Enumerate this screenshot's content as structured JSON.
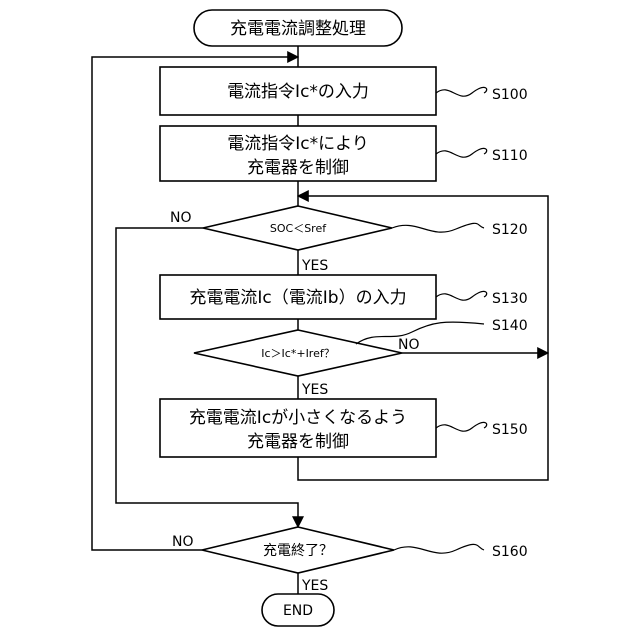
{
  "start": "充電電流調整処理",
  "end": "END",
  "steps": {
    "s100": "電流指令Ic*の入力",
    "s110_line1": "電流指令Ic*により",
    "s110_line2": "充電器を制御",
    "s120": "SOC＜Sref",
    "s130": "充電電流Ic（電流Ib）の入力",
    "s140": "Ic＞Ic*+Iref？",
    "s150_line1": "充電電流Icが小さくなるよう",
    "s150_line2": "充電器を制御",
    "s160": "充電終了？"
  },
  "branches": {
    "s120_no": "NO",
    "s120_yes": "YES",
    "s140_no": "NO",
    "s140_yes": "YES",
    "s160_no": "NO",
    "s160_yes": "YES"
  },
  "labels": {
    "s100": "S100",
    "s110": "S110",
    "s120": "S120",
    "s130": "S130",
    "s140": "S140",
    "s150": "S150",
    "s160": "S160"
  }
}
